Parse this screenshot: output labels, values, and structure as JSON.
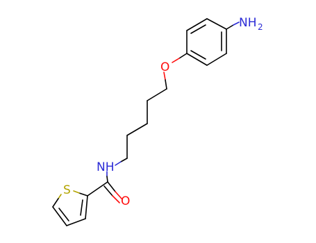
{
  "molecule": {
    "atoms": {
      "amine": {
        "label": "NH",
        "subscript": "2",
        "color": "#2b2bd6"
      },
      "ether_oxygen": {
        "label": "O",
        "color": "#ff0d0d"
      },
      "amide_nitrogen": {
        "label": "NH",
        "color": "#2b2bd6"
      },
      "carbonyl_oxygen": {
        "label": "O",
        "color": "#ff0d0d"
      },
      "thiophene_sulfur": {
        "label": "S",
        "color": "#b3a400"
      }
    },
    "bond_color": "#000000"
  }
}
